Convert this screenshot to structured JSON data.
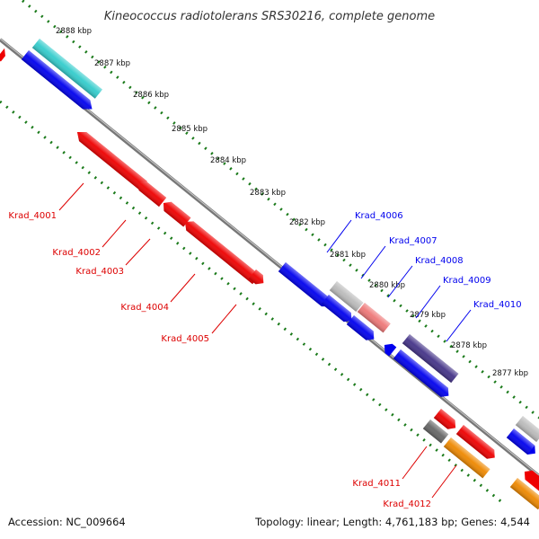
{
  "title": "Kineococcus radiotolerans SRS30216, complete genome",
  "footer": {
    "accession": "Accession: NC_009664",
    "summary": "Topology: linear; Length: 4,761,183 bp; Genes: 4,544"
  },
  "colors": {
    "forward_strand": "#0000ee",
    "reverse_strand": "#dd0000",
    "axis": "#888888",
    "tick_dots": "#1a7a1a"
  },
  "kbp_ticks": [
    "2888 kbp",
    "2887 kbp",
    "2886 kbp",
    "2885 kbp",
    "2884 kbp",
    "2883 kbp",
    "2882 kbp",
    "2881 kbp",
    "2880 kbp",
    "2879 kbp",
    "2878 kbp",
    "2877 kbp"
  ],
  "gene_labels": [
    {
      "text": "Krad_4001",
      "color": "#dd0000"
    },
    {
      "text": "Krad_4002",
      "color": "#dd0000"
    },
    {
      "text": "Krad_4003",
      "color": "#dd0000"
    },
    {
      "text": "Krad_4004",
      "color": "#dd0000"
    },
    {
      "text": "Krad_4005",
      "color": "#dd0000"
    },
    {
      "text": "Krad_4006",
      "color": "#0000ee"
    },
    {
      "text": "Krad_4007",
      "color": "#0000ee"
    },
    {
      "text": "Krad_4008",
      "color": "#0000ee"
    },
    {
      "text": "Krad_4009",
      "color": "#0000ee"
    },
    {
      "text": "Krad_4010",
      "color": "#0000ee"
    },
    {
      "text": "Krad_4011",
      "color": "#dd0000"
    },
    {
      "text": "Krad_4012",
      "color": "#dd0000"
    }
  ],
  "features": [
    {
      "name": "gene-cyan",
      "color": "#33cccc"
    },
    {
      "name": "gene-blue-top",
      "color": "#0000ee"
    },
    {
      "name": "gene-red-edge",
      "color": "#ee0000"
    },
    {
      "name": "Krad_4001",
      "color": "#ee0000"
    },
    {
      "name": "Krad_4002",
      "color": "#ee0000"
    },
    {
      "name": "Krad_4003",
      "color": "#ee0000"
    },
    {
      "name": "Krad_4004",
      "color": "#ee0000"
    },
    {
      "name": "Krad_4005",
      "color": "#ee0000"
    },
    {
      "name": "Krad_4006",
      "color": "#0000ee"
    },
    {
      "name": "Krad_4007-a",
      "color": "#0000ee"
    },
    {
      "name": "Krad_4007-b",
      "color": "#bbbbbb"
    },
    {
      "name": "Krad_4008",
      "color": "#ee7777"
    },
    {
      "name": "Krad_4009",
      "color": "#0000ee"
    },
    {
      "name": "Krad_4009-b",
      "color": "#0000ee"
    },
    {
      "name": "Krad_4010",
      "color": "#443388"
    },
    {
      "name": "Krad_4010-b",
      "color": "#0000ee"
    },
    {
      "name": "Krad_4011",
      "color": "#666666"
    },
    {
      "name": "Krad_4011-b",
      "color": "#ee0000"
    },
    {
      "name": "Krad_4012",
      "color": "#ee8800"
    },
    {
      "name": "Krad_4012-b",
      "color": "#ee0000"
    },
    {
      "name": "gene-grey-right",
      "color": "#bbbbbb"
    },
    {
      "name": "gene-blue-right",
      "color": "#0000ee"
    },
    {
      "name": "gene-red-right",
      "color": "#ee0000"
    },
    {
      "name": "gene-orange-right",
      "color": "#ee8800"
    }
  ]
}
